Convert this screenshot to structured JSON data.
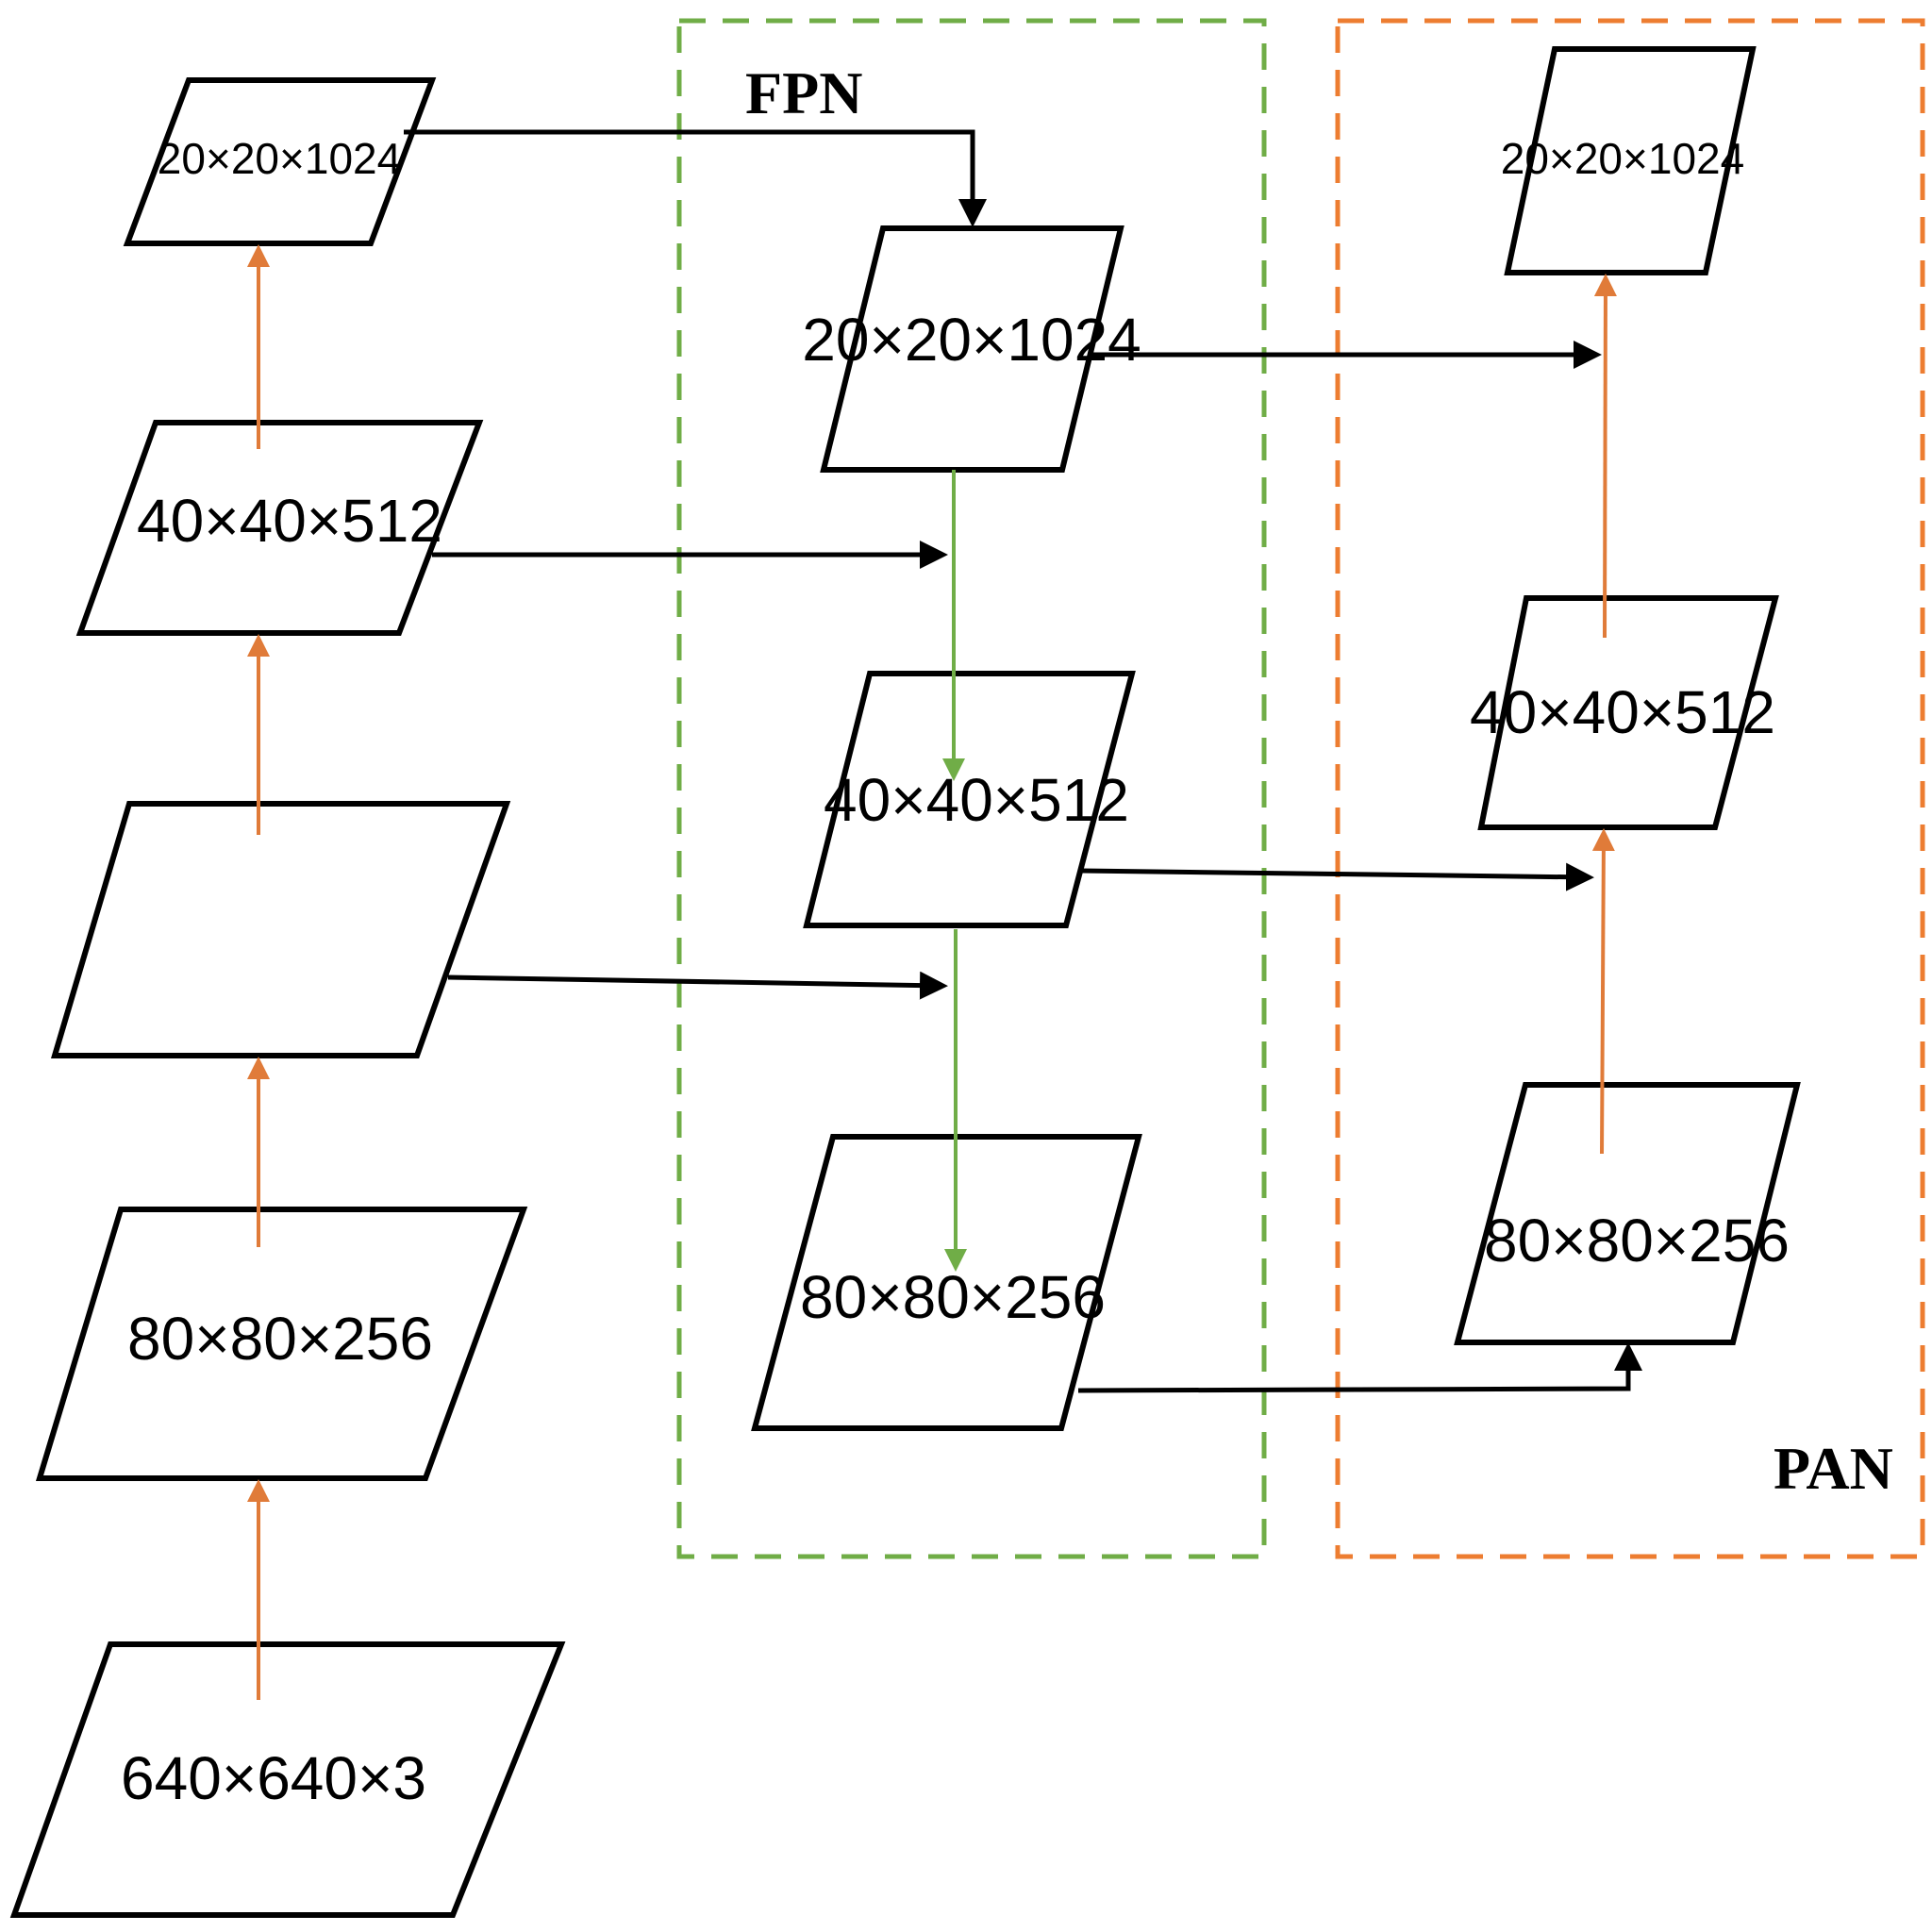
{
  "colors": {
    "fpn": "#70ad47",
    "pan": "#ed7d31",
    "black": "#000000",
    "orange_arrow": "#e07b39",
    "green_arrow": "#70ad47"
  },
  "regions": {
    "fpn_title": "FPN",
    "pan_title": "PAN"
  },
  "backbone": {
    "input": "640×640×3",
    "c3": "80×80×256",
    "c4": "",
    "c5": "40×40×512",
    "c6": "20×20×1024"
  },
  "fpn": {
    "p5": "20×20×1024",
    "p4": "40×40×512",
    "p3": "80×80×256"
  },
  "pan": {
    "n5": "20×20×1024",
    "n4": "40×40×512",
    "n3": "80×80×256"
  }
}
